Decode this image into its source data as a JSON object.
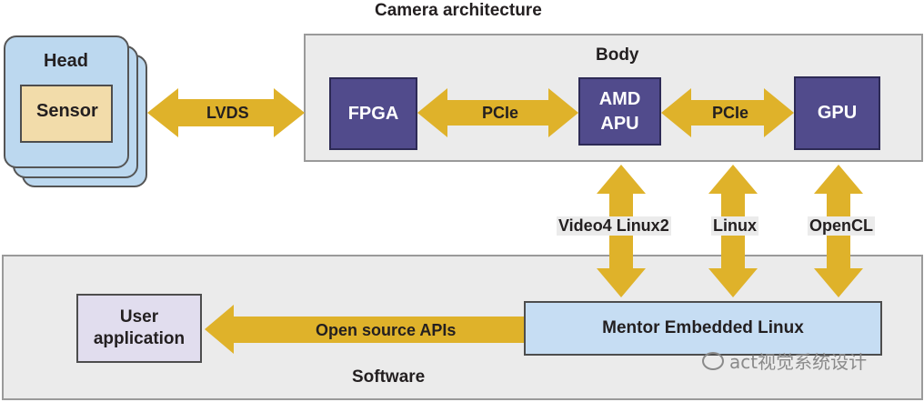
{
  "title": "Camera architecture",
  "head": {
    "title": "Head",
    "sensor": "Sensor"
  },
  "body_panel": {
    "title": "Body"
  },
  "chips": {
    "fpga": "FPGA",
    "amd_apu": "AMD\nAPU",
    "gpu": "GPU"
  },
  "links": {
    "lvds": "LVDS",
    "pcie_left": "PCIe",
    "pcie_right": "PCIe",
    "video4linux2": "Video4 Linux2",
    "linux": "Linux",
    "opencl": "OpenCL",
    "open_source_apis": "Open source APIs"
  },
  "software_panel": {
    "title": "Software"
  },
  "mentor": "Mentor Embedded Linux",
  "user_app": "User\napplication",
  "watermark": "act视觉系统设计",
  "colors": {
    "arrow": "#dfb22a",
    "chip": "#514b8c",
    "panel": "#ebebeb",
    "head": "#bcd8ef",
    "sensor": "#f2dcaa",
    "mentor": "#c6ddf3",
    "user_app": "#e1ddee"
  }
}
